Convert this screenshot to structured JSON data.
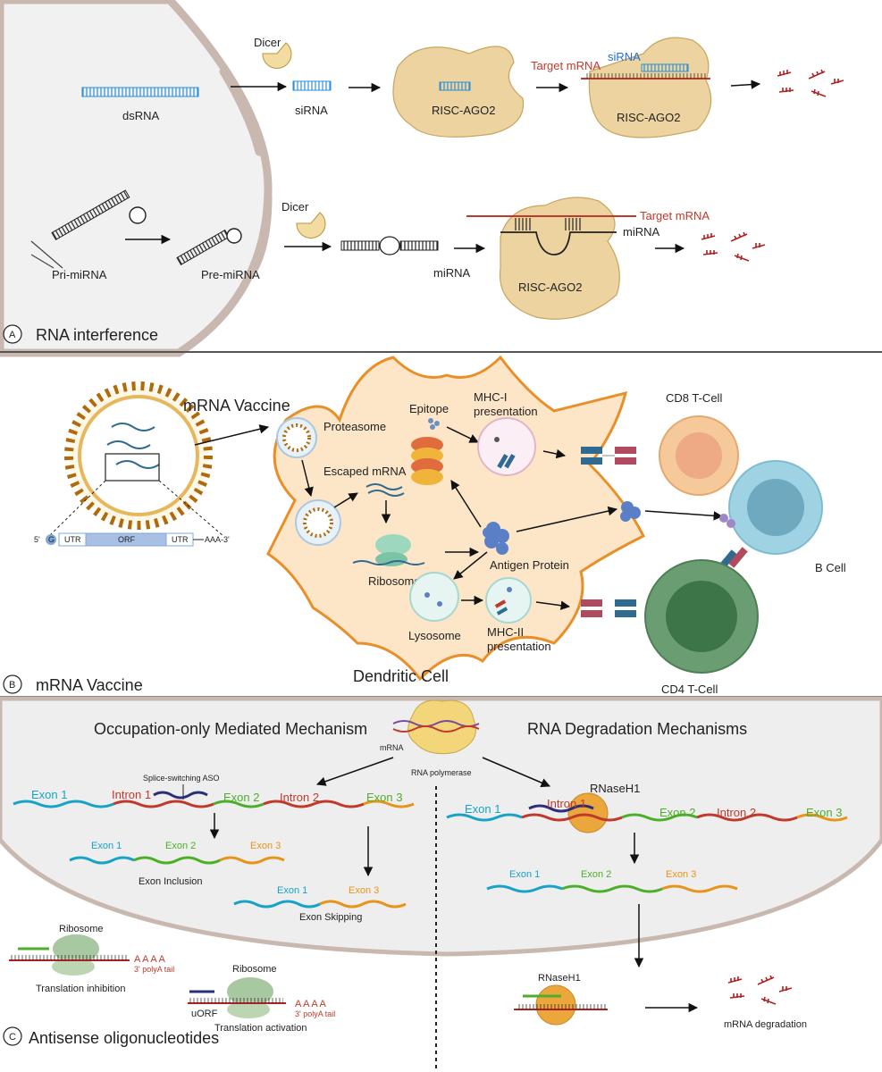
{
  "panelA": {
    "letter": "A",
    "title": "RNA interference",
    "dicer1": "Dicer",
    "dsrna": "dsRNA",
    "sirna": "siRNA",
    "risc1": "RISC-AGO2",
    "target_mrna1": "Target mRNA",
    "sirna2": "siRNA",
    "risc2": "RISC-AGO2",
    "pri_mirna": "Pri-miRNA",
    "pre_mirna": "Pre-miRNA",
    "dicer2": "Dicer",
    "mirna": "miRNA",
    "target_mrna2": "Target mRNA",
    "mirna2": "miRNA",
    "risc3": "RISC-AGO2"
  },
  "panelB": {
    "letter": "B",
    "title": "mRNA Vaccine",
    "vaccine_label": "mRNA Vaccine",
    "construct": {
      "five_prime": "5'",
      "cap": "G",
      "utr1": "UTR",
      "orf": "ORF",
      "utr2": "UTR",
      "tail": "AAA-3'"
    },
    "escaped_mrna": "Escaped mRNA",
    "ribosome": "Ribosome",
    "proteasome": "Proteasome",
    "epitope": "Epitope",
    "mhc1_line1": "MHC-I",
    "mhc1_line2": "presentation",
    "antigen_protein": "Antigen Protein",
    "lysosome": "Lysosome",
    "mhc2_line1": "MHC-II",
    "mhc2_line2": "presentation",
    "dendritic_cell": "Dendritic Cell",
    "cd8": "CD8 T-Cell",
    "b_cell": "B Cell",
    "cd4": "CD4 T-Cell"
  },
  "panelC": {
    "letter": "C",
    "title": "Antisense oligonucleotides",
    "occupation": "Occupation-only Mediated Mechanism",
    "degradation": "RNA Degradation Mechanisms",
    "mrna": "mRNA",
    "rna_polymerase": "RNA polymerase",
    "splice_aso": "Splice-switching ASO",
    "exon1": "Exon 1",
    "intron1": "Intron 1",
    "exon2": "Exon 2",
    "intron2": "Intron 2",
    "exon3": "Exon 3",
    "exon_inclusion": "Exon Inclusion",
    "exon_skipping": "Exon Skipping",
    "rnaseh1": "RNaseH1",
    "ribosome": "Ribosome",
    "polya": "3' polyA tail",
    "aaaa": "A A A A",
    "translation_inhibition": "Translation inhibition",
    "uorf": "uORF",
    "translation_activation": "Translation activation",
    "mrna_degradation": "mRNA degradation"
  },
  "colors": {
    "risc": "#ecd3a0",
    "cell_fill": "#f1f1f1",
    "dendritic": "#fde6c8",
    "dendritic_border": "#e98f2a",
    "cd8": "#f6c99a",
    "b_cell": "#9fd3e3",
    "cd4": "#6a9e72",
    "red": "#c0392b",
    "blue": "#1f6fd1"
  }
}
